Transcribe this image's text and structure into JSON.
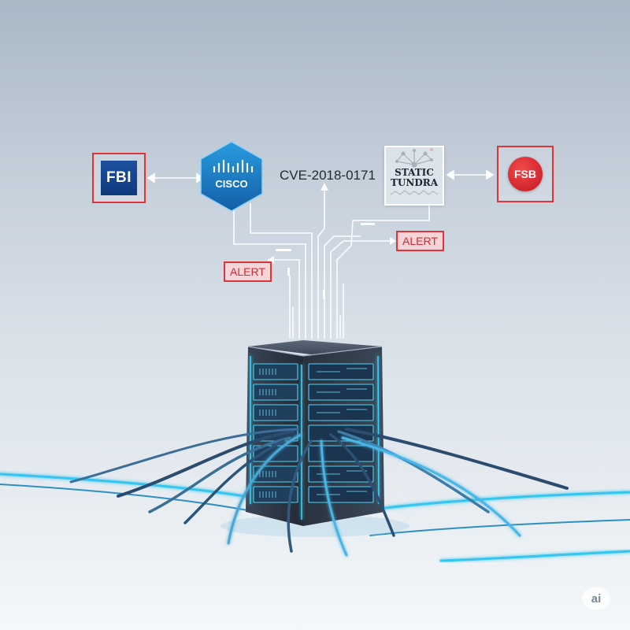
{
  "nodes": {
    "fbi": {
      "label": "FBI"
    },
    "cisco": {
      "label": "CISCO"
    },
    "cve": {
      "label": "CVE-2018-0171"
    },
    "static_tundra": {
      "label_line1": "STATIC",
      "label_line2": "TUNDRA"
    },
    "fsb": {
      "label": "FSB"
    }
  },
  "alerts": {
    "left": "ALERT",
    "right": "ALERT"
  },
  "watermark": "ai",
  "colors": {
    "alert_red": "#e0343b",
    "cisco_blue": "#1a7fc9",
    "neon_cyan": "#3ccff4",
    "server_dark": "#2b3441"
  },
  "icons": [
    "fbi-logo",
    "cisco-hexagon-logo",
    "static-tundra-logo",
    "fsb-logo",
    "server-rack-icon"
  ]
}
